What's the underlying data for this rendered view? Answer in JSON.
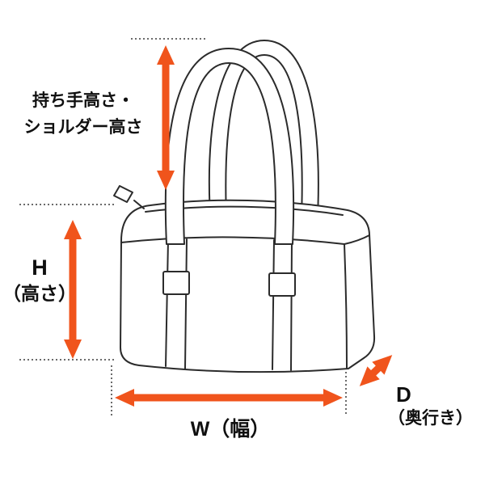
{
  "diagram": {
    "labels": {
      "handle_height_line1": "持ち手高さ・",
      "handle_height_line2": "ショルダー高さ",
      "height_symbol": "H",
      "height_name": "（高さ）",
      "width": "W（幅）",
      "depth_symbol": "D",
      "depth_name": "（奥行き）"
    },
    "colors": {
      "arrow": "#F0541C",
      "outline": "#2B2B2B",
      "background": "#FFFFFF"
    }
  }
}
